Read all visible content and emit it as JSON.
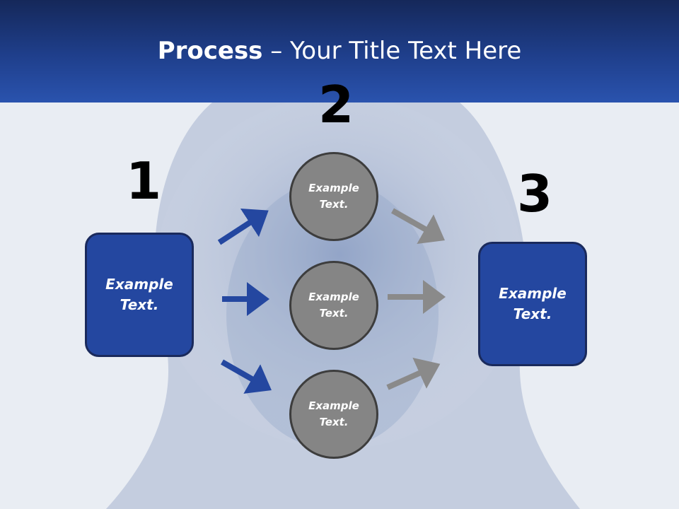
{
  "title": {
    "bold": "Process",
    "rest": " – Your Title Text Here"
  },
  "steps": {
    "n1": "1",
    "n2": "2",
    "n3": "3"
  },
  "left_box": {
    "line1": "Example",
    "line2": "Text."
  },
  "right_box": {
    "line1": "Example",
    "line2": "Text."
  },
  "circles": [
    {
      "line1": "Example",
      "line2": "Text."
    },
    {
      "line1": "Example",
      "line2": "Text."
    },
    {
      "line1": "Example",
      "line2": "Text."
    }
  ],
  "colors": {
    "header": "#1f3f8c",
    "box": "#2447a0",
    "circle": "#858585",
    "arrow_blue": "#2447a0",
    "arrow_gray": "#8a8a8a"
  }
}
